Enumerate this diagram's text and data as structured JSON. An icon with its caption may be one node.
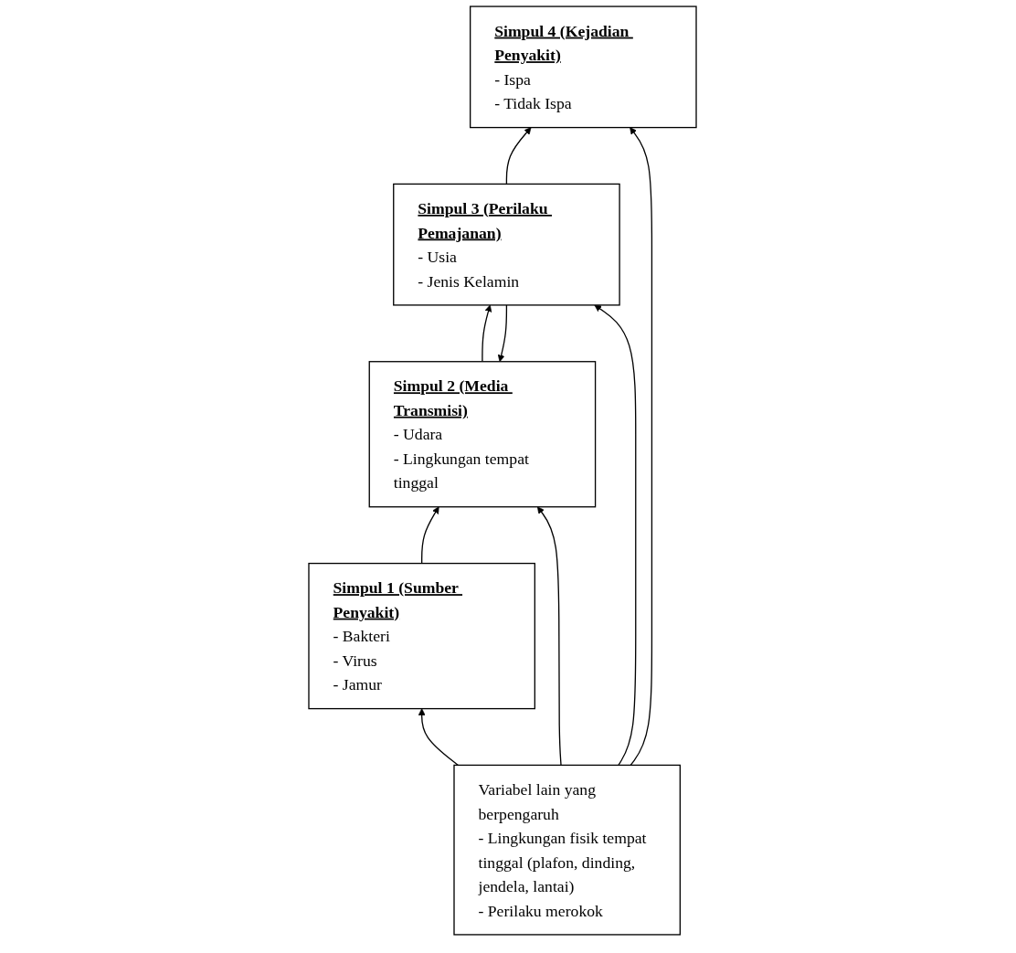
{
  "diagram": {
    "nodes": [
      {
        "text": [
          "Simpul 1 (Sumber Penyakit)",
          "- Bakteri",
          "- Virus",
          "- Jamur"
        ]
      },
      {
        "text": [
          "Simpul 2 (Media Transmisi)",
          "- Udara",
          "- Lingkungan tempat tinggal"
        ]
      },
      {
        "text": [
          "Simpul 3 (Perilaku Pemajanan)",
          "- Usia",
          "- Jenis Kelamin"
        ]
      },
      {
        "text": [
          "Simpul 4 (Kejadian Penyakit)",
          "- Ispa",
          "- Tidak Ispa"
        ]
      },
      {
        "text": [
          "Variabel lain yang berpengaruh",
          "- Lingkungan fisik tempat tinggal (plafon, dinding, jendela, lantai)",
          "- Perilaku merokok"
        ]
      }
    ],
    "edges": [
      {
        "from": 0,
        "to": 1,
        "arrow": "to"
      },
      {
        "from": 1,
        "to": 2,
        "arrow": "to"
      },
      {
        "from": 2,
        "to": 1,
        "arrow": "to"
      },
      {
        "from": 2,
        "to": 3,
        "arrow": "to"
      },
      {
        "from": 4,
        "to": 0,
        "arrow": "to"
      },
      {
        "from": 4,
        "to": 1,
        "arrow": "to"
      },
      {
        "from": 4,
        "to": 2,
        "arrow": "to"
      },
      {
        "from": 4,
        "to": 3,
        "arrow": "to"
      }
    ]
  }
}
